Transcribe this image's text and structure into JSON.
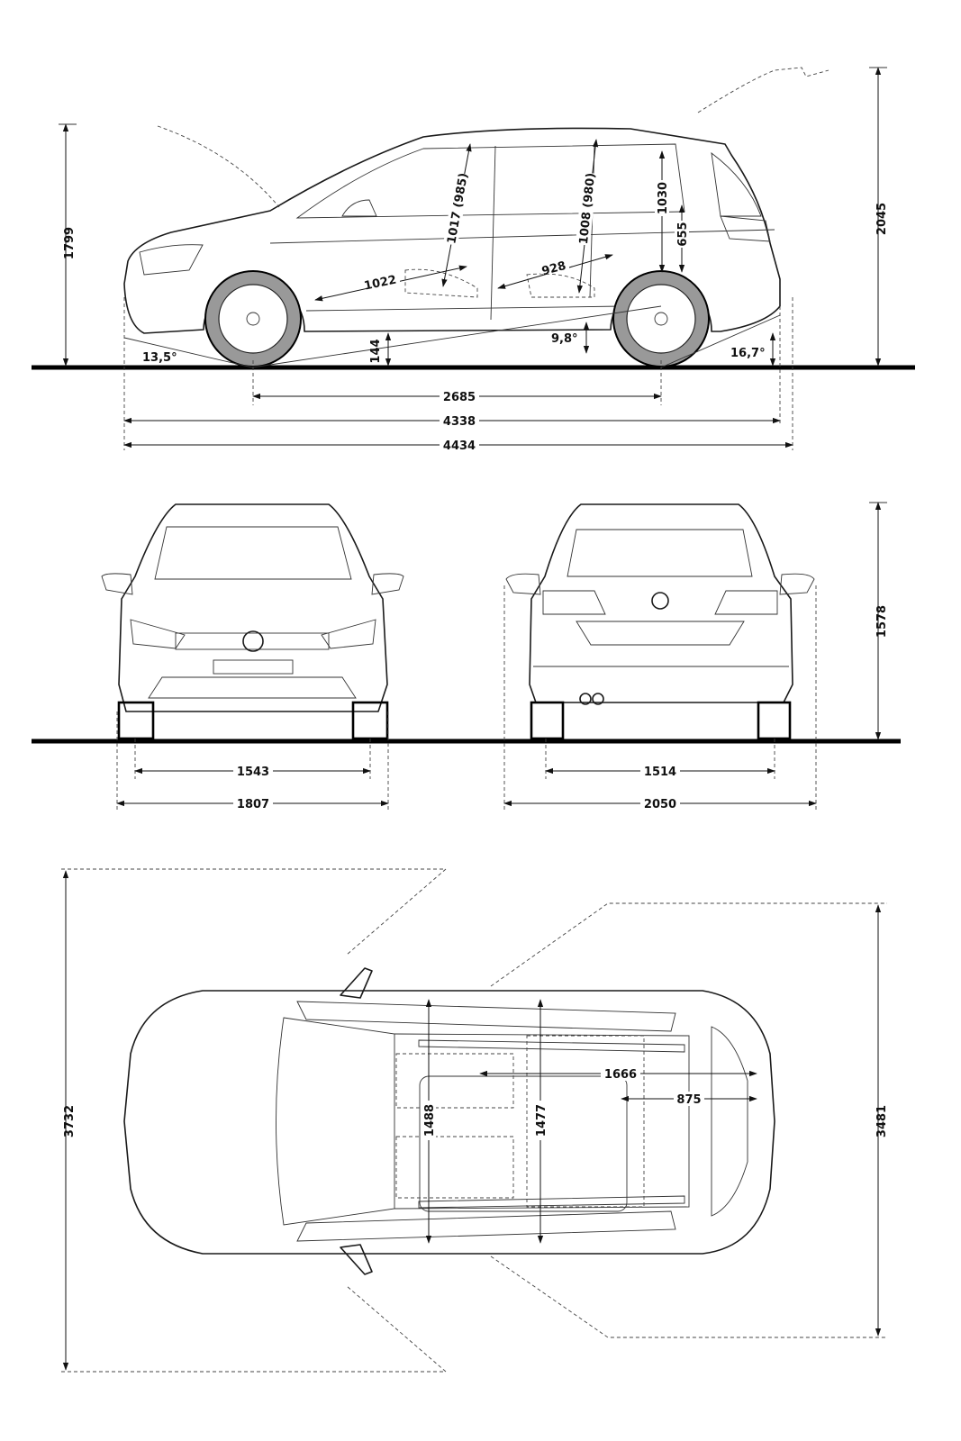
{
  "side_view": {
    "overall_height": "1799",
    "height_mirror_open": "2045",
    "approach_angle": "13,5°",
    "ground_clearance": "144",
    "front_legroom": "1022",
    "front_headroom": "1017 (985)",
    "rear_headroom": "1008 (980)",
    "rear_legroom": "928",
    "tailgate_height": "1030",
    "loading_sill": "655",
    "ramp_angle": "9,8°",
    "departure_angle": "16,7°",
    "wheelbase": "2685",
    "length": "4338",
    "length_with_tow": "4434"
  },
  "front_view": {
    "front_track": "1543",
    "width": "1807"
  },
  "rear_view": {
    "rear_track": "1514",
    "width_with_mirrors": "2050",
    "height": "1578"
  },
  "top_view": {
    "length_doors_open": "3732",
    "length_tailgate_open": "3481",
    "front_elbow_width": "1488",
    "rear_elbow_width": "1477",
    "cargo_length_seats_folded": "1666",
    "cargo_length": "875"
  }
}
